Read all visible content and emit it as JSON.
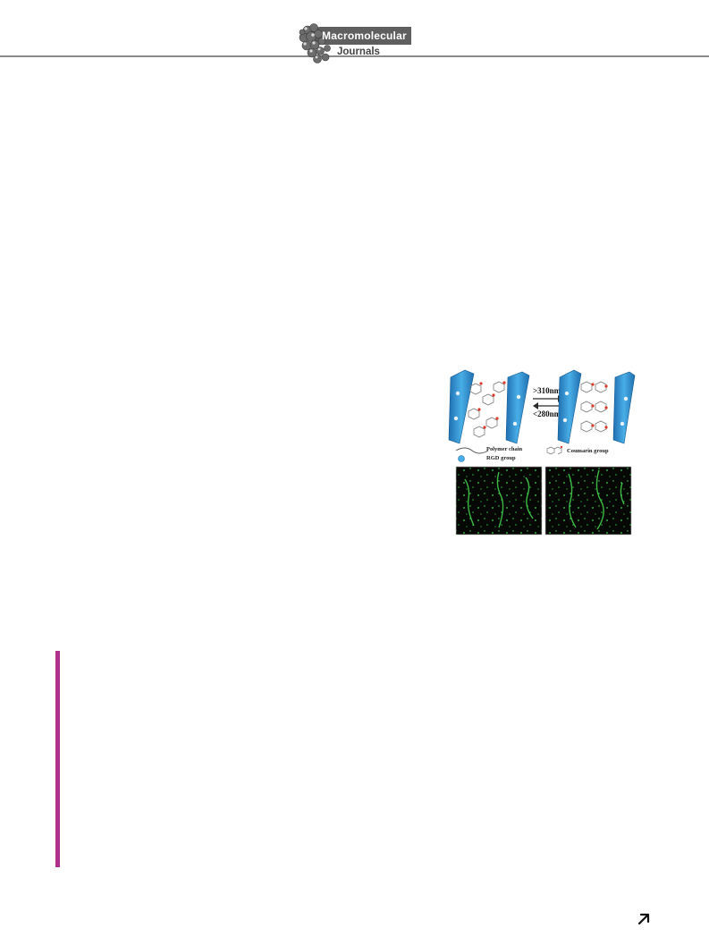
{
  "header": {
    "logo_line1": "Macromolecular",
    "logo_line2": "Journals"
  },
  "figure": {
    "label_forward": ">310nm",
    "label_reverse": "<280nm",
    "legend_polymer": "Polymer chain",
    "legend_rgd": "RGD group",
    "legend_coumarin": "Coumarin group"
  },
  "colors": {
    "accent": "#b0308f",
    "rule": "#8a8a8a",
    "logo_tab": "#5f5f5f",
    "hydrogel_blue": "#2c8fd0",
    "fluorescence_green": "#3fd24a"
  },
  "icons": {
    "footer": "arrow-up-right-icon"
  }
}
